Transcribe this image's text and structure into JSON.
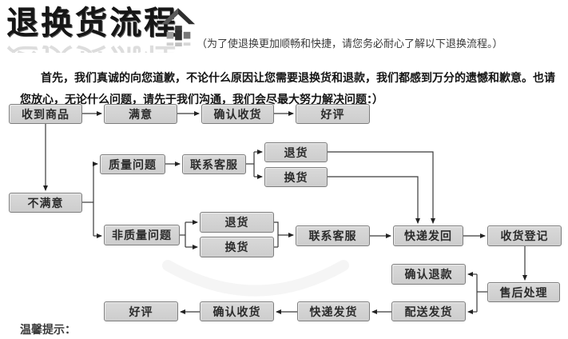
{
  "header": {
    "title": "退换货流程",
    "logo_icon": "house-arrow-icon",
    "note": "（为了使退换更加顺畅和快捷，请您务必耐心了解以下退换流程。）"
  },
  "intro": {
    "text": "首先，我们真诚的向您道歉，不论什么原因让您需要退换货和退款，我们都感到万分的遗憾和歉意。也请您放心，无论什么问题，请先于我们沟通，我们会尽最大努力解决问题：）"
  },
  "footer": {
    "tip_label": "温馨提示："
  },
  "flow": {
    "colors": {
      "box_fill": "#d4d4d4",
      "box_border": "#7d7d7d",
      "line": "#3a3a3a",
      "text": "#2b2b2b"
    },
    "nodes": [
      {
        "id": "receive-goods",
        "label": "收到商品"
      },
      {
        "id": "satisfied",
        "label": "满意"
      },
      {
        "id": "confirm-receipt-1",
        "label": "确认收货"
      },
      {
        "id": "good-review-1",
        "label": "好评"
      },
      {
        "id": "quality-issue",
        "label": "质量问题"
      },
      {
        "id": "contact-cs-1",
        "label": "联系客服"
      },
      {
        "id": "return-goods-1",
        "label": "退货"
      },
      {
        "id": "exchange-goods-1",
        "label": "换货"
      },
      {
        "id": "unsatisfied",
        "label": "不满意"
      },
      {
        "id": "non-quality-issue",
        "label": "非质量问题"
      },
      {
        "id": "return-goods-2",
        "label": "退货"
      },
      {
        "id": "exchange-goods-2",
        "label": "换货"
      },
      {
        "id": "contact-cs-2",
        "label": "联系客服"
      },
      {
        "id": "express-send-back",
        "label": "快递发回"
      },
      {
        "id": "receipt-register",
        "label": "收货登记"
      },
      {
        "id": "confirm-refund",
        "label": "确认退款"
      },
      {
        "id": "aftersales-handle",
        "label": "售后处理"
      },
      {
        "id": "dispatch-ship",
        "label": "配送发货"
      },
      {
        "id": "express-ship",
        "label": "快递发货"
      },
      {
        "id": "confirm-receipt-2",
        "label": "确认收货"
      },
      {
        "id": "good-review-2",
        "label": "好评"
      }
    ],
    "edges": [
      "收到商品→满意",
      "满意→确认收货",
      "确认收货→好评",
      "收到商品→不满意",
      "不满意→质量问题",
      "不满意→非质量问题",
      "质量问题→联系客服",
      "联系客服→退货",
      "联系客服→换货",
      "退货→快递发回",
      "换货→快递发回",
      "非质量问题→退货",
      "非质量问题→换货",
      "退货→联系客服",
      "换货→联系客服",
      "联系客服→快递发回",
      "快递发回→收货登记",
      "收货登记→售后处理",
      "售后处理→确认退款",
      "售后处理→配送发货",
      "配送发货→快递发货",
      "快递发货→确认收货",
      "确认收货→好评"
    ]
  }
}
